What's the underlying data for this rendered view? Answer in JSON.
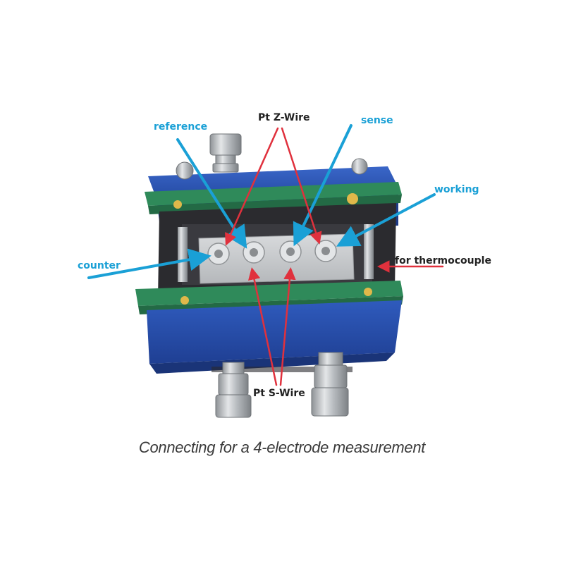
{
  "labels": {
    "reference": "reference",
    "pt_z_wire": "Pt Z-Wire",
    "sense": "sense",
    "working": "working",
    "counter": "counter",
    "for_thermocouple": "for thermocouple",
    "pt_s_wire": "Pt S-Wire"
  },
  "caption": "Connecting for a 4-electrode measurement",
  "colors": {
    "label_blue": "#1aa0d6",
    "label_dark": "#222222",
    "arrow_blue": "#1aa0d6",
    "arrow_red": "#e0313d",
    "housing_blue": "#2b56b8",
    "pcb_green": "#2f8a5a",
    "ceramic": "#c9cbcd"
  }
}
